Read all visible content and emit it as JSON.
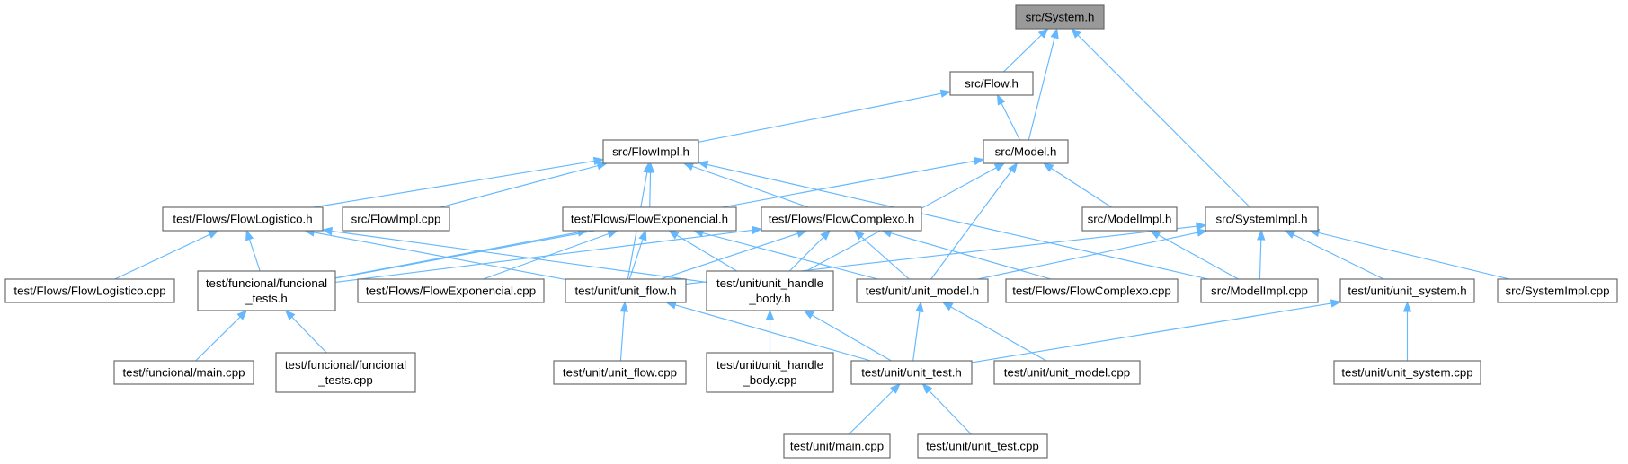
{
  "diagram": {
    "type": "include-dependency-graph",
    "colors": {
      "edge": "#63b8ff",
      "root_fill": "#999999",
      "node_fill": "#ffffff",
      "border": "#666666"
    },
    "nodes": [
      {
        "id": "system_h",
        "lines": [
          "src/System.h"
        ],
        "root": true
      },
      {
        "id": "flow_h",
        "lines": [
          "src/Flow.h"
        ]
      },
      {
        "id": "flowimpl_h",
        "lines": [
          "src/FlowImpl.h"
        ]
      },
      {
        "id": "model_h",
        "lines": [
          "src/Model.h"
        ]
      },
      {
        "id": "flowlog_h",
        "lines": [
          "test/Flows/FlowLogistico.h"
        ]
      },
      {
        "id": "flowimpl_cpp",
        "lines": [
          "src/FlowImpl.cpp"
        ]
      },
      {
        "id": "flowexp_h",
        "lines": [
          "test/Flows/FlowExponencial.h"
        ]
      },
      {
        "id": "flowcomp_h",
        "lines": [
          "test/Flows/FlowComplexo.h"
        ]
      },
      {
        "id": "modelimpl_h",
        "lines": [
          "src/ModelImpl.h"
        ]
      },
      {
        "id": "systemimpl_h",
        "lines": [
          "src/SystemImpl.h"
        ]
      },
      {
        "id": "flowlog_cpp",
        "lines": [
          "test/Flows/FlowLogistico.cpp"
        ]
      },
      {
        "id": "func_tests_h",
        "lines": [
          "test/funcional/funcional",
          "_tests.h"
        ]
      },
      {
        "id": "flowexp_cpp",
        "lines": [
          "test/Flows/FlowExponencial.cpp"
        ]
      },
      {
        "id": "unit_flow_h",
        "lines": [
          "test/unit/unit_flow.h"
        ]
      },
      {
        "id": "unit_handle_h",
        "lines": [
          "test/unit/unit_handle",
          "_body.h"
        ]
      },
      {
        "id": "unit_model_h",
        "lines": [
          "test/unit/unit_model.h"
        ]
      },
      {
        "id": "flowcomp_cpp",
        "lines": [
          "test/Flows/FlowComplexo.cpp"
        ]
      },
      {
        "id": "modelimpl_cpp",
        "lines": [
          "src/ModelImpl.cpp"
        ]
      },
      {
        "id": "unit_system_h",
        "lines": [
          "test/unit/unit_system.h"
        ]
      },
      {
        "id": "systemimpl_cpp",
        "lines": [
          "src/SystemImpl.cpp"
        ]
      },
      {
        "id": "func_main_cpp",
        "lines": [
          "test/funcional/main.cpp"
        ]
      },
      {
        "id": "func_tests_cpp",
        "lines": [
          "test/funcional/funcional",
          "_tests.cpp"
        ]
      },
      {
        "id": "unit_flow_cpp",
        "lines": [
          "test/unit/unit_flow.cpp"
        ]
      },
      {
        "id": "unit_handle_cpp",
        "lines": [
          "test/unit/unit_handle",
          "_body.cpp"
        ]
      },
      {
        "id": "unit_test_h",
        "lines": [
          "test/unit/unit_test.h"
        ]
      },
      {
        "id": "unit_model_cpp",
        "lines": [
          "test/unit/unit_model.cpp"
        ]
      },
      {
        "id": "unit_system_cpp",
        "lines": [
          "test/unit/unit_system.cpp"
        ]
      },
      {
        "id": "unit_main_cpp",
        "lines": [
          "test/unit/main.cpp"
        ]
      },
      {
        "id": "unit_test_cpp",
        "lines": [
          "test/unit/unit_test.cpp"
        ]
      }
    ],
    "edges": [
      [
        "system_h",
        "flow_h"
      ],
      [
        "system_h",
        "model_h"
      ],
      [
        "system_h",
        "systemimpl_h"
      ],
      [
        "flow_h",
        "flowimpl_h"
      ],
      [
        "flow_h",
        "model_h"
      ],
      [
        "flowimpl_h",
        "flowlog_h"
      ],
      [
        "flowimpl_h",
        "flowimpl_cpp"
      ],
      [
        "flowimpl_h",
        "flowexp_h"
      ],
      [
        "flowimpl_h",
        "flowcomp_h"
      ],
      [
        "flowimpl_h",
        "unit_flow_h"
      ],
      [
        "flowimpl_h",
        "modelimpl_cpp"
      ],
      [
        "model_h",
        "func_tests_h"
      ],
      [
        "model_h",
        "unit_handle_h"
      ],
      [
        "model_h",
        "unit_model_h"
      ],
      [
        "model_h",
        "modelimpl_h"
      ],
      [
        "flowlog_h",
        "flowlog_cpp"
      ],
      [
        "flowlog_h",
        "func_tests_h"
      ],
      [
        "flowlog_h",
        "unit_flow_h"
      ],
      [
        "flowlog_h",
        "unit_handle_h"
      ],
      [
        "flowexp_h",
        "func_tests_h"
      ],
      [
        "flowexp_h",
        "flowexp_cpp"
      ],
      [
        "flowexp_h",
        "unit_flow_h"
      ],
      [
        "flowexp_h",
        "unit_handle_h"
      ],
      [
        "flowexp_h",
        "unit_model_h"
      ],
      [
        "flowcomp_h",
        "func_tests_h"
      ],
      [
        "flowcomp_h",
        "unit_flow_h"
      ],
      [
        "flowcomp_h",
        "unit_handle_h"
      ],
      [
        "flowcomp_h",
        "unit_model_h"
      ],
      [
        "flowcomp_h",
        "flowcomp_cpp"
      ],
      [
        "modelimpl_h",
        "modelimpl_cpp"
      ],
      [
        "systemimpl_h",
        "unit_flow_h"
      ],
      [
        "systemimpl_h",
        "unit_model_h"
      ],
      [
        "systemimpl_h",
        "modelimpl_cpp"
      ],
      [
        "systemimpl_h",
        "unit_system_h"
      ],
      [
        "systemimpl_h",
        "systemimpl_cpp"
      ],
      [
        "func_tests_h",
        "func_main_cpp"
      ],
      [
        "func_tests_h",
        "func_tests_cpp"
      ],
      [
        "unit_flow_h",
        "unit_flow_cpp"
      ],
      [
        "unit_flow_h",
        "unit_test_h"
      ],
      [
        "unit_handle_h",
        "unit_handle_cpp"
      ],
      [
        "unit_handle_h",
        "unit_test_h"
      ],
      [
        "unit_model_h",
        "unit_test_h"
      ],
      [
        "unit_model_h",
        "unit_model_cpp"
      ],
      [
        "unit_system_h",
        "unit_test_h"
      ],
      [
        "unit_system_h",
        "unit_system_cpp"
      ],
      [
        "unit_test_h",
        "unit_main_cpp"
      ],
      [
        "unit_test_h",
        "unit_test_cpp"
      ]
    ]
  }
}
